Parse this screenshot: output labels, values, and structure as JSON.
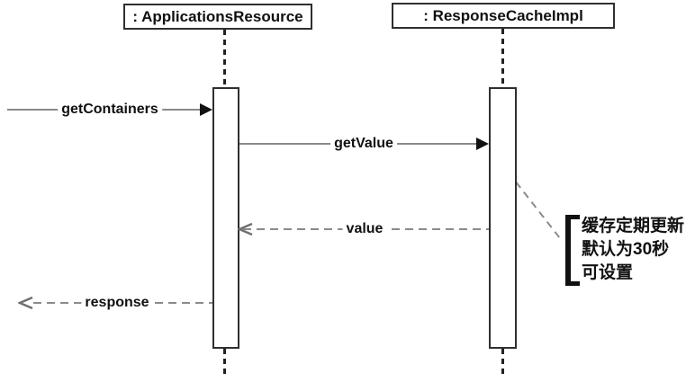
{
  "diagram": {
    "type": "uml-sequence",
    "lifelines": [
      {
        "label": ": ApplicationsResource"
      },
      {
        "label": ": ResponseCacheImpl"
      }
    ],
    "messages": [
      {
        "label": "getContainers",
        "kind": "sync-call",
        "direction": "right",
        "from": "external",
        "to": ": ApplicationsResource"
      },
      {
        "label": "getValue",
        "kind": "sync-call",
        "direction": "right",
        "from": ": ApplicationsResource",
        "to": ": ResponseCacheImpl"
      },
      {
        "label": "value",
        "kind": "dashed-return",
        "direction": "left",
        "from": ": ResponseCacheImpl",
        "to": ": ApplicationsResource"
      },
      {
        "label": "response",
        "kind": "dashed-return",
        "direction": "left",
        "from": ": ApplicationsResource",
        "to": "external"
      }
    ],
    "note": {
      "attached_to": ": ResponseCacheImpl",
      "lines": [
        "缓存定期更新",
        "默认为30秒",
        "可设置"
      ]
    },
    "colors": {
      "message_line": "#8a8a8a",
      "border": "#2f2f2f",
      "text": "#111111",
      "background": "#ffffff"
    }
  }
}
